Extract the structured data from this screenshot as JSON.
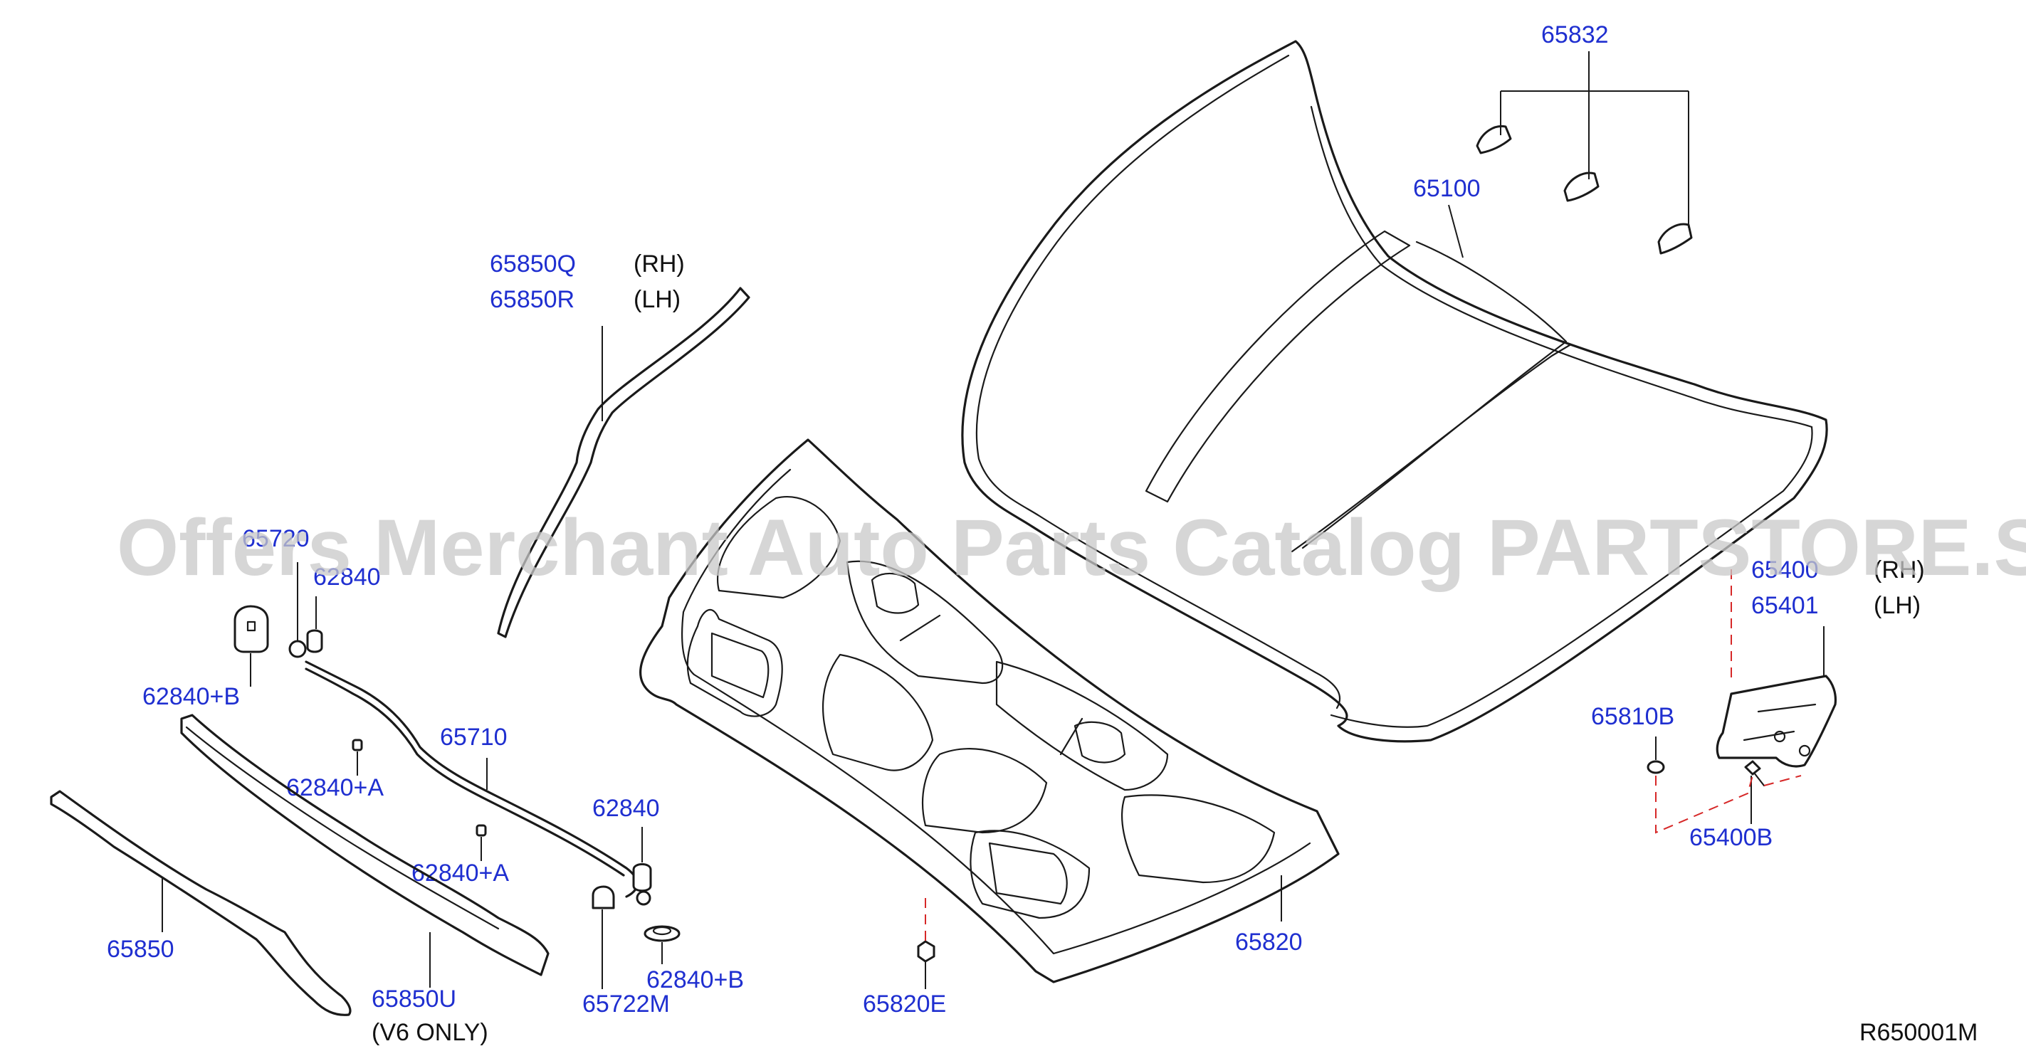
{
  "watermark": "Offers Merchant Auto Parts Catalog PARTSTORE.SA",
  "reference_code": "R650001M",
  "callouts": {
    "p65832": "65832",
    "p65100": "65100",
    "p65850Q": "65850Q",
    "p65850R": "65850R",
    "p65720": "65720",
    "p62840_top": "62840",
    "p62840B_left": "62840+B",
    "p65710": "65710",
    "p62840A_1": "62840+A",
    "p62840A_2": "62840+A",
    "p62840_mid": "62840",
    "p62840B_right": "62840+B",
    "p65722M": "65722M",
    "p65850": "65850",
    "p65850U": "65850U",
    "p65820E": "65820E",
    "p65820": "65820",
    "p65400": "65400",
    "p65401": "65401",
    "p65810B": "65810B",
    "p65400B": "65400B"
  },
  "notes": {
    "rh_1": "(RH)",
    "lh_1": "(LH)",
    "v6_only": "(V6   ONLY)",
    "rh_2": "(RH)",
    "lh_2": "(LH)"
  },
  "colors": {
    "callout": "#1f2fd0",
    "outline": "#1a1a1a",
    "dashed_leader": "#d62828",
    "watermark": "#c9c9c9"
  }
}
